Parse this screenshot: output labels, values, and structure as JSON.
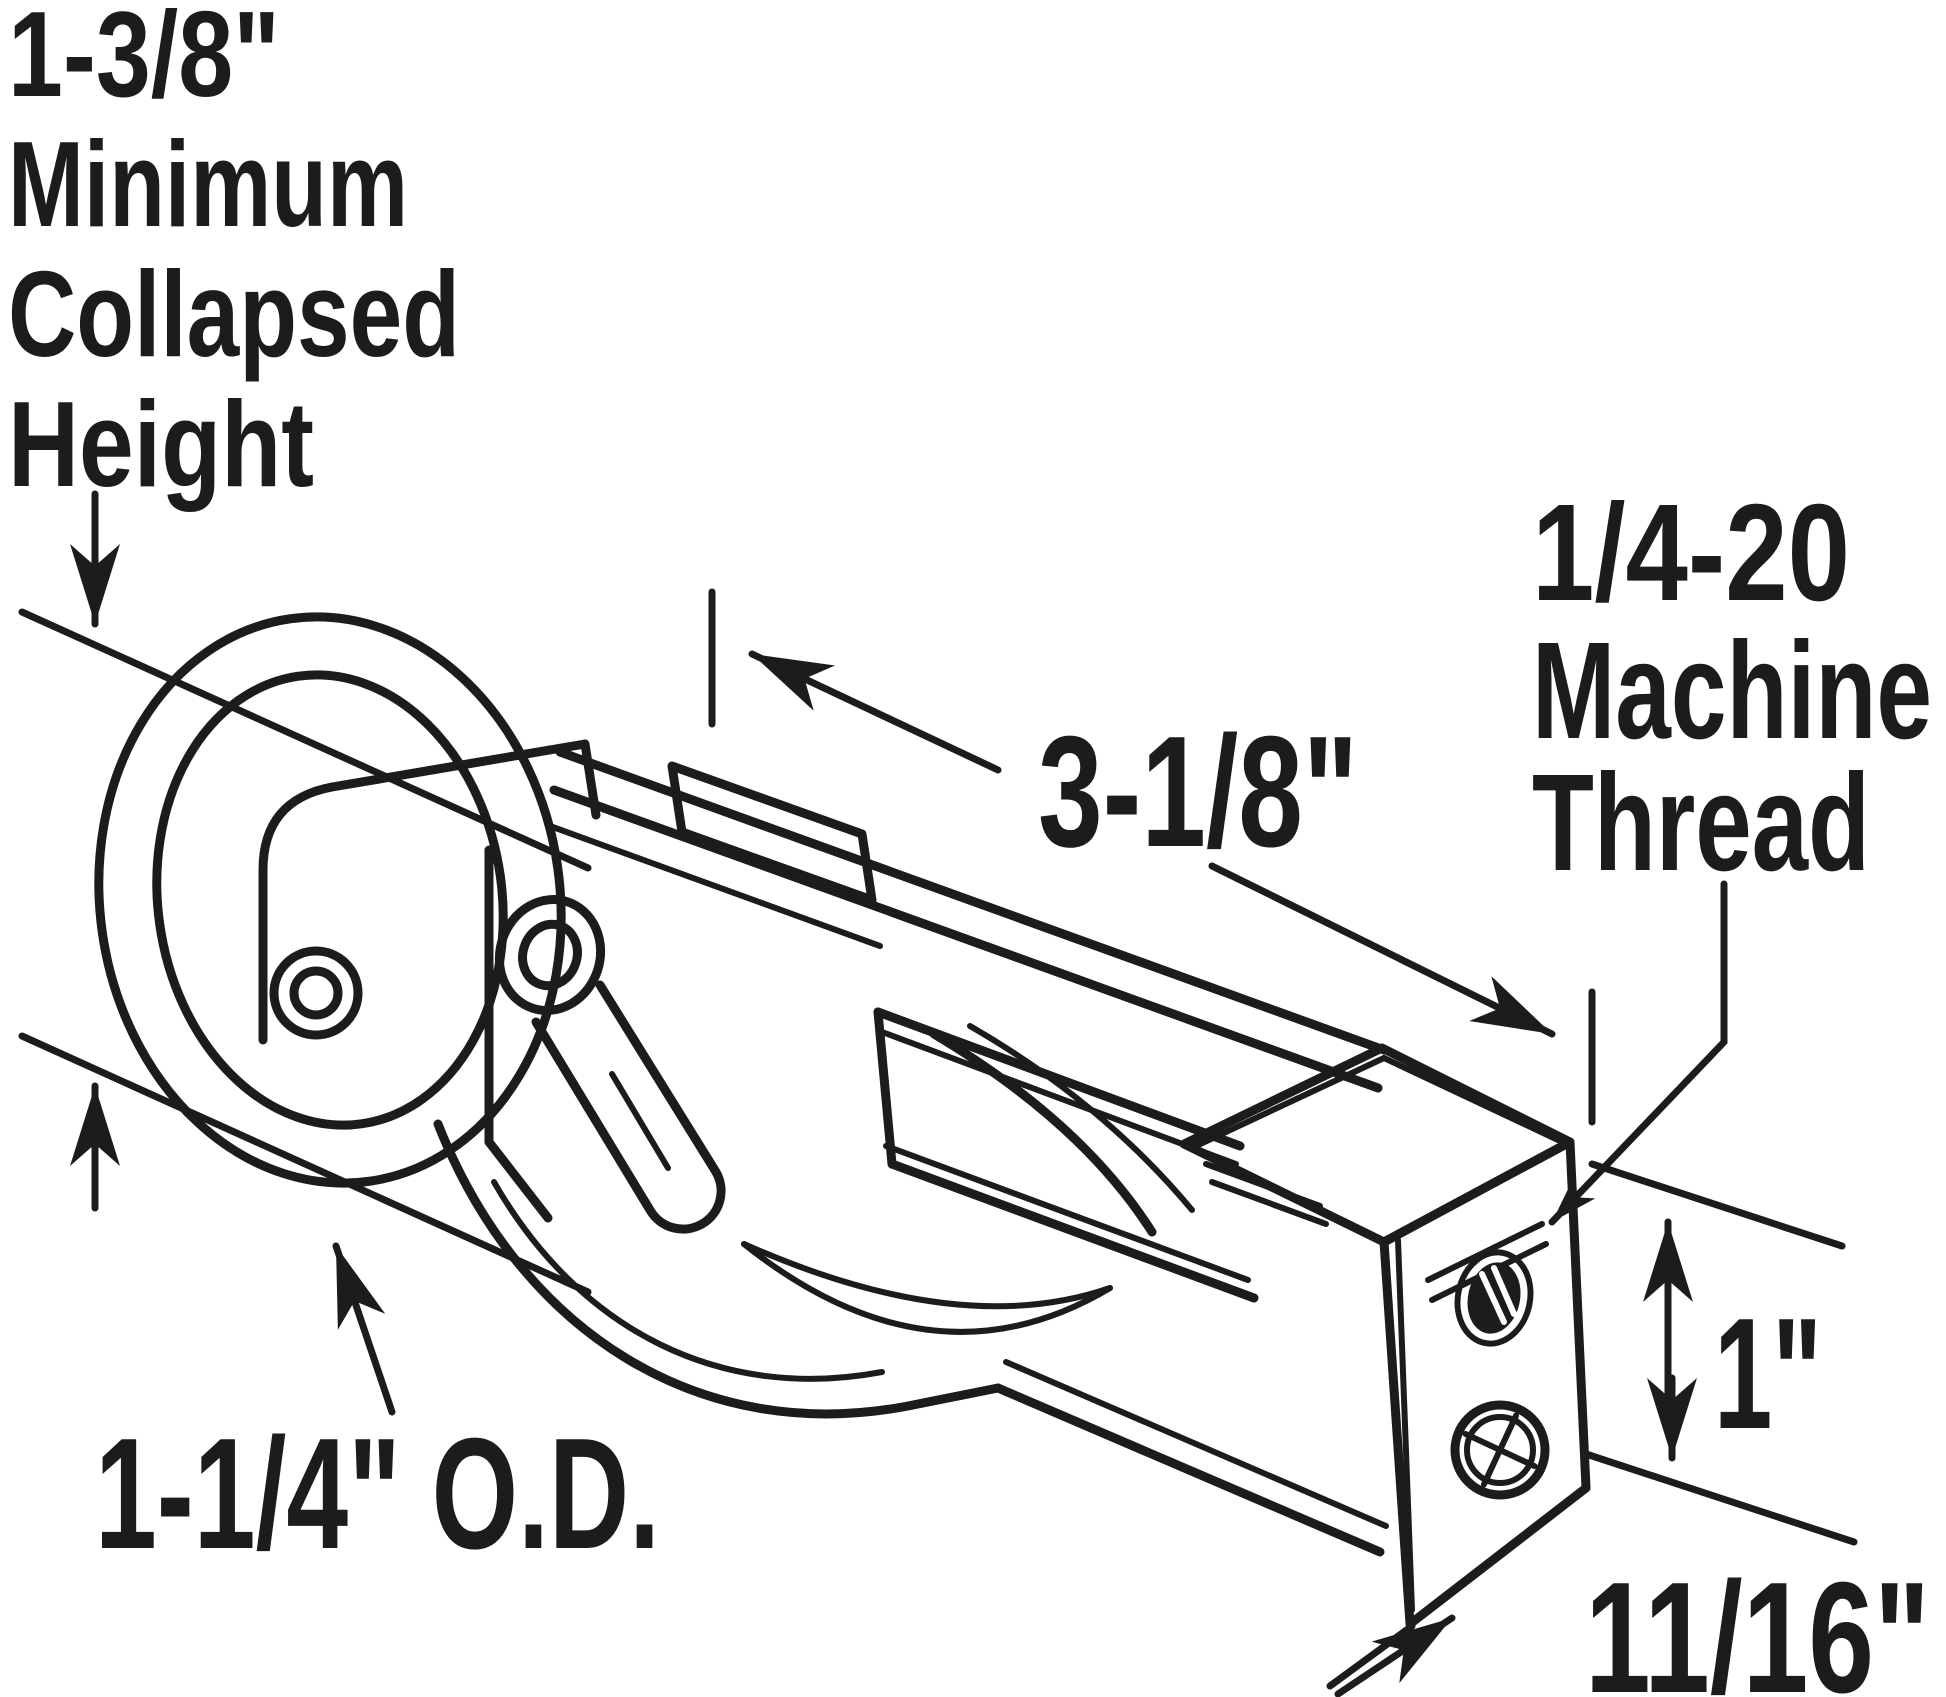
{
  "figure": {
    "type": "technical-line-drawing",
    "subject": "tandem sliding patio door roller assembly with dimension callouts",
    "background_color": "#ffffff",
    "line_color": "#1c1c1c",
    "annotations": {
      "collapsed_height": {
        "lines": [
          "1-3/8\"",
          "Minimum",
          "Collapsed",
          "Height"
        ],
        "meaning": "minimum collapsed height dimension"
      },
      "machine_thread": {
        "lines": [
          "1/4-20",
          "Machine",
          "Thread"
        ],
        "meaning": "adjustment screw thread specification"
      },
      "housing_length": "3-1/8\"",
      "wheel_outer_diameter": "1-1/4\" O.D.",
      "end_block_height": "1\"",
      "end_block_width": "11/16\""
    }
  }
}
